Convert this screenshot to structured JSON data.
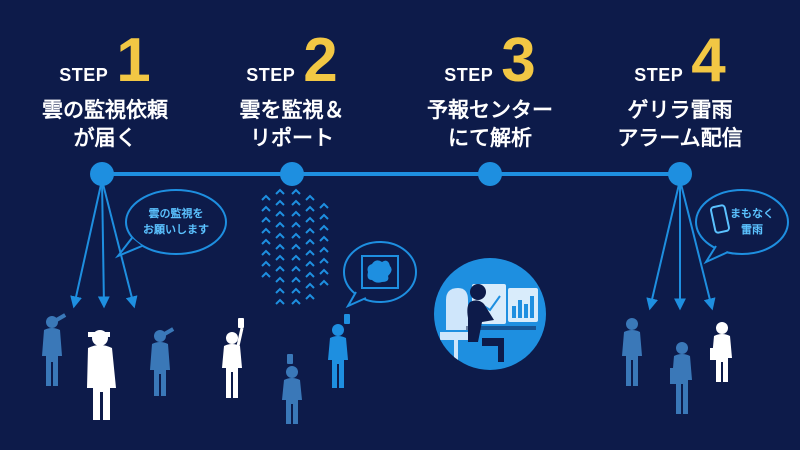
{
  "steps": [
    {
      "word": "STEP",
      "number": "1",
      "title_line1": "雲の監視依頼",
      "title_line2": "が届く"
    },
    {
      "word": "STEP",
      "number": "2",
      "title_line1": "雲を監視＆",
      "title_line2": "リポート"
    },
    {
      "word": "STEP",
      "number": "3",
      "title_line1": "予報センター",
      "title_line2": "にて解析"
    },
    {
      "word": "STEP",
      "number": "4",
      "title_line1": "ゲリラ雷雨",
      "title_line2": "アラーム配信"
    }
  ],
  "bubbles": {
    "request_line1": "雲の監視を",
    "request_line2": "お願いします",
    "alert_line1": "まもなく",
    "alert_line2": "雷雨"
  },
  "colors": {
    "background": "#0d1b4a",
    "accent_blue": "#1e8fe0",
    "step_number": "#f2c744",
    "bubble_text": "#5bc2ff",
    "person_dark": "#3a78b8",
    "person_light": "#ffffff"
  },
  "icons": [
    "phone-icon",
    "cloud-photo-icon",
    "analyst-monitor-icon"
  ]
}
